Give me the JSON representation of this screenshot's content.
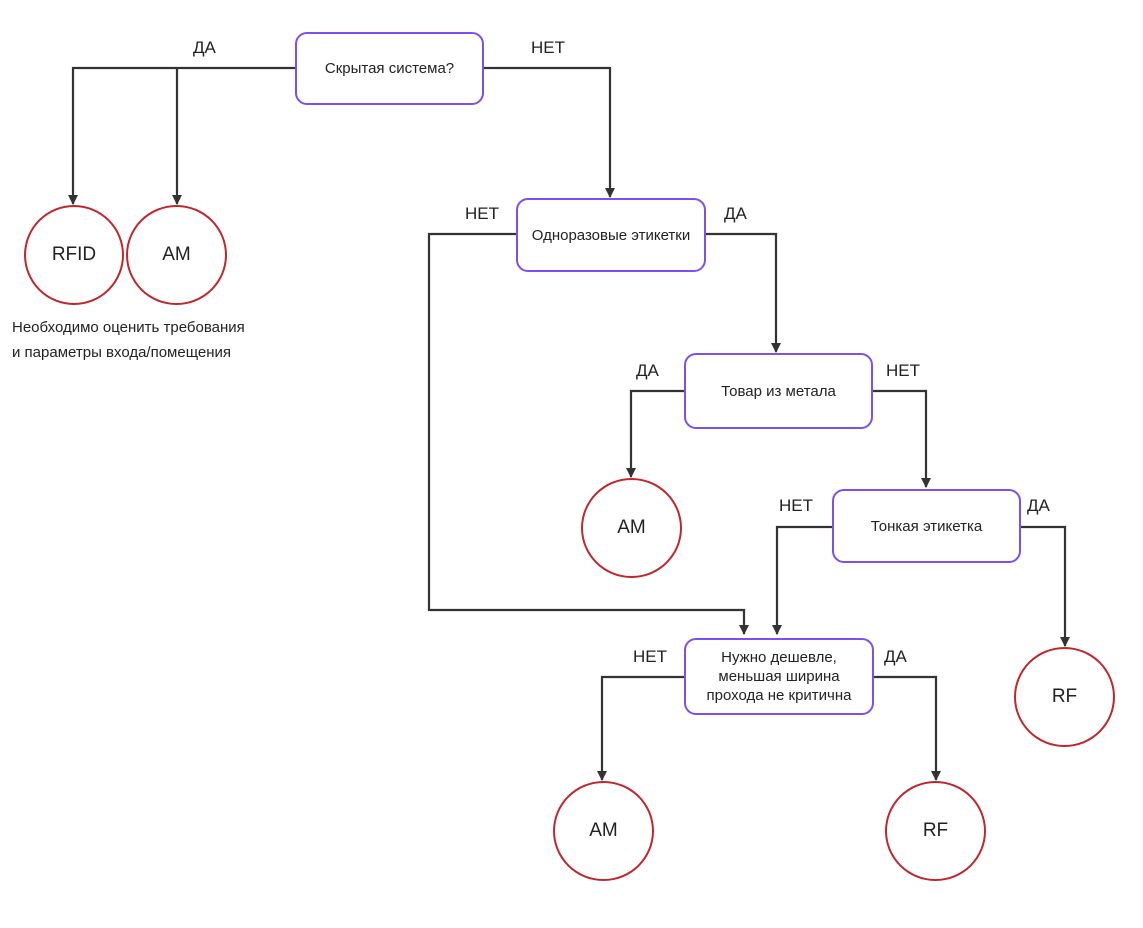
{
  "nodes": {
    "q_hidden": "Скрытая система?",
    "q_disposable": "Одноразовые этикетки",
    "q_metal": "Товар из метала",
    "q_thin": "Тонкая этикетка",
    "q_cheaper": "Нужно дешевле, меньшая ширина прохода не критична",
    "t_rfid": "RFID",
    "t_am_1": "AM",
    "t_am_2": "AM",
    "t_rf_1": "RF",
    "t_am_3": "AM",
    "t_rf_2": "RF"
  },
  "labels": {
    "hidden_yes": "ДА",
    "hidden_no": "НЕТ",
    "disposable_no": "НЕТ",
    "disposable_yes": "ДА",
    "metal_yes": "ДА",
    "metal_no": "НЕТ",
    "thin_no": "НЕТ",
    "thin_yes": "ДА",
    "cheaper_no": "НЕТ",
    "cheaper_yes": "ДА"
  },
  "note": {
    "line1": "Необходимо оценить требования",
    "line2": "и параметры входа/помещения"
  },
  "colors": {
    "decision_border": "#7b4ff0",
    "terminal_border": "#c0272d",
    "connector": "#333333"
  }
}
